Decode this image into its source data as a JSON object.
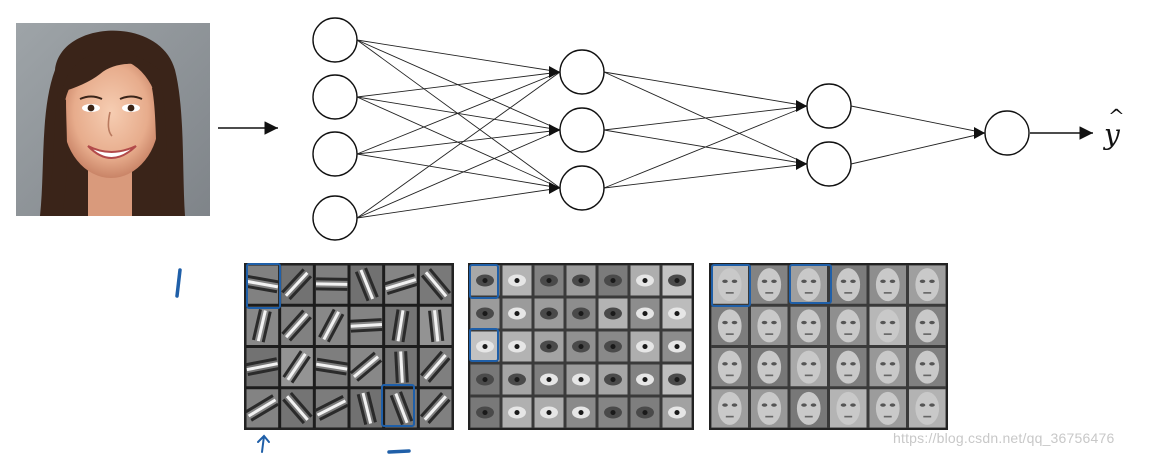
{
  "network": {
    "layers": [
      4,
      3,
      2,
      1
    ],
    "output_label": "y",
    "output_hat": "^"
  },
  "input_image": {
    "description_icon": "face-photo-icon"
  },
  "feature_panels": [
    {
      "name": "edge-features",
      "rows": 4,
      "cols": 6
    },
    {
      "name": "part-features",
      "rows": 5,
      "cols": 7
    },
    {
      "name": "face-features",
      "rows": 4,
      "cols": 6
    }
  ],
  "colors": {
    "ink": "#111111",
    "annotation": "#1f5fa8",
    "panel_border": "#222222"
  },
  "watermark": "https://blog.csdn.net/qq_36756476"
}
